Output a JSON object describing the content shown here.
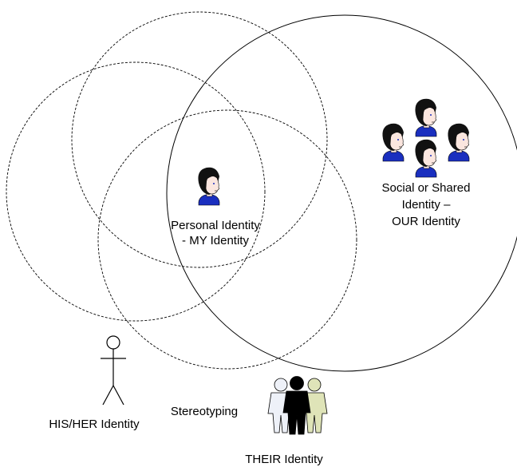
{
  "diagram": {
    "labels": {
      "personal_line1": "Personal Identity",
      "personal_line2": "- MY Identity",
      "social_line1": "Social or Shared",
      "social_line2": "Identity –",
      "social_line3": "OUR Identity",
      "his_her": "HIS/HER Identity",
      "stereotyping": "Stereotyping",
      "their": "THEIR Identity"
    },
    "icons": {
      "person_head": "person-head-icon",
      "group_heads": "person-head-icon",
      "stick_figure": "stick-figure-icon",
      "crowd_silhouettes": "people-silhouette-icon"
    },
    "colors": {
      "hair": "#111111",
      "face": "#fbe6df",
      "shirt": "#1a2fbf",
      "silhouette_back": "#eef1f8",
      "silhouette_mid": "#dfe4b8",
      "silhouette_front": "#000000"
    }
  }
}
